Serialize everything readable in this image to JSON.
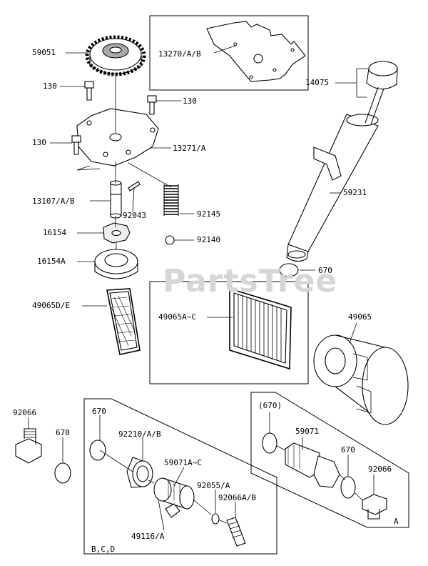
{
  "watermark": "PartsTree",
  "labels": {
    "p59051": "59051",
    "p13270": "13270/A/B",
    "p14075": "14075",
    "p130a": "130",
    "p130b": "130",
    "p130c": "130",
    "p13271": "13271/A",
    "p59231": "59231",
    "p13107": "13107/A/B",
    "p92043": "92043",
    "p92145": "92145",
    "p16154": "16154",
    "p92140": "92140",
    "p16154A": "16154A",
    "p670a": "670",
    "p49065DE": "49065D/E",
    "p49065AC": "49065A~C",
    "p49065": "49065",
    "p92066a": "92066",
    "p670b": "670",
    "p670c": "670",
    "p92210": "92210/A/B",
    "p59071AC": "59071A~C",
    "p92055": "92055/A",
    "p92066AB": "92066A/B",
    "p49116": "49116/A",
    "pBCD": "B,C,D",
    "p670paren": "(670)",
    "p59071": "59071",
    "p670d": "670",
    "p92066b": "92066",
    "pA": "A"
  }
}
